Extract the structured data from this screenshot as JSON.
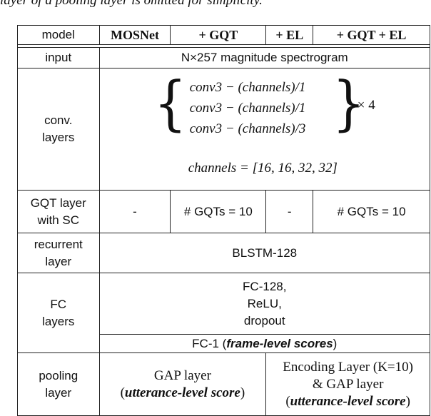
{
  "caption": "layer of a pooling layer is omitted for simplicity.",
  "headers": [
    "model",
    "MOSNet",
    "+ GQT",
    "+ EL",
    "+ GQT + EL"
  ],
  "input": {
    "label": "input",
    "value": "N×257 magnitude spectrogram"
  },
  "conv": {
    "label_lines": [
      "conv.",
      "layers"
    ],
    "lines": [
      "conv3 − (channels)/1",
      "conv3 − (channels)/1",
      "conv3 − (channels)/3"
    ],
    "repeat": "× 4",
    "channels": "channels = [16, 16, 32, 32]"
  },
  "gqt": {
    "label_lines": [
      "GQT layer",
      "with SC"
    ],
    "cells": [
      "-",
      "# GQTs = 10",
      "-",
      "# GQTs = 10"
    ]
  },
  "recurrent": {
    "label_lines": [
      "recurrent",
      "layer"
    ],
    "value": "BLSTM-128"
  },
  "fc": {
    "label_lines": [
      "FC",
      "layers"
    ],
    "lines": [
      "FC-128,",
      "ReLU,",
      "dropout"
    ],
    "fc1_prefix": "FC-1 (",
    "fc1_emph": "frame-level scores",
    "fc1_suffix": ")"
  },
  "pooling": {
    "label_lines": [
      "pooling",
      "layer"
    ],
    "left_line1": "GAP layer",
    "left_line2": "utterance-level score",
    "right_line1": "Encoding Layer (K=10)",
    "right_line2": "& GAP layer",
    "right_line3": "utterance-level score"
  }
}
